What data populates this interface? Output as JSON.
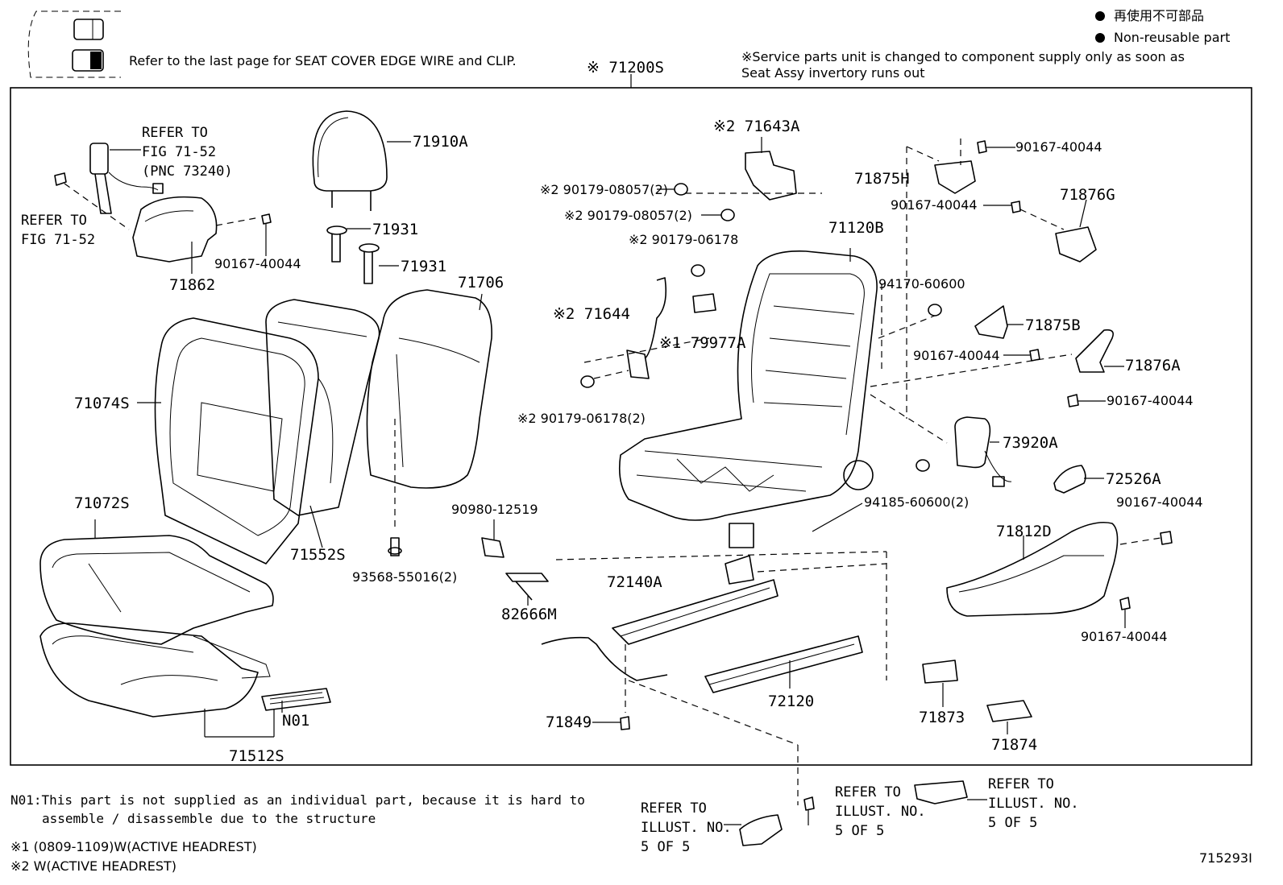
{
  "header": {
    "refer_note": "Refer to the last page for SEAT COVER EDGE WIRE and CLIP.",
    "legend_jp": "再使用不可部品",
    "legend_en": "Non-reusable part",
    "service_note_1": "※Service parts unit is changed to component supply only as soon as",
    "service_note_2": "Seat Assy invertory runs out",
    "assembly_label": "※ 71200S"
  },
  "parts": {
    "p71910A": "71910A",
    "p71931a": "71931",
    "p71931b": "71931",
    "p71706": "71706",
    "p71074S": "71074S",
    "p71552S": "71552S",
    "p71072S": "71072S",
    "p71512S": "71512S",
    "pN01": "N01",
    "p71862": "71862",
    "p90167_40044_a": "90167-40044",
    "p93568": "93568-55016(2)",
    "p90980": "90980-12519",
    "p82666M": "82666M",
    "p71643A": "※2 71643A",
    "p90179_08057_a": "※2 90179-08057(2)",
    "p90179_08057_b": "※2 90179-08057(2)",
    "p90179_06178": "※2 90179-06178",
    "p71644": "※2 71644",
    "p79977A": "※1 79977A",
    "p90179_06178_2": "※2 90179-06178(2)",
    "p71120B": "71120B",
    "p94170": "94170-60600",
    "p94185": "94185-60600(2)",
    "p71875H": "71875H",
    "p90167_40044_b": "90167-40044",
    "p90167_40044_c": "90167-40044",
    "p71876G": "71876G",
    "p71875B": "71875B",
    "p90167_40044_d": "90167-40044",
    "p71876A": "71876A",
    "p90167_40044_e": "90167-40044",
    "p73920A": "73920A",
    "p72526A": "72526A",
    "p90167_40044_f": "90167-40044",
    "p71812D": "71812D",
    "p90167_40044_g": "90167-40044",
    "p72140A": "72140A",
    "p72120": "72120",
    "p71849": "71849",
    "p71873": "71873",
    "p71874": "71874"
  },
  "refs": {
    "belt_ref": "REFER TO\nFIG 71-52\n(PNC 73240)",
    "anchor_ref": "REFER TO\nFIG 71-52",
    "illust_ref_1": "REFER TO\nILLUST. NO.\n5 OF 5",
    "illust_ref_2": "REFER TO\nILLUST. NO.\n5 OF 5",
    "illust_ref_3": "REFER TO\nILLUST. NO.\n5 OF 5"
  },
  "footnotes": {
    "n01_line1": "N01:This part is not supplied as an individual part, because it is hard to",
    "n01_line2": "assemble / disassemble due to the structure",
    "mark1": "※1 (0809-1109)W(ACTIVE HEADREST)",
    "mark2": "※2 W(ACTIVE HEADREST)"
  },
  "figure_id": "715293I"
}
